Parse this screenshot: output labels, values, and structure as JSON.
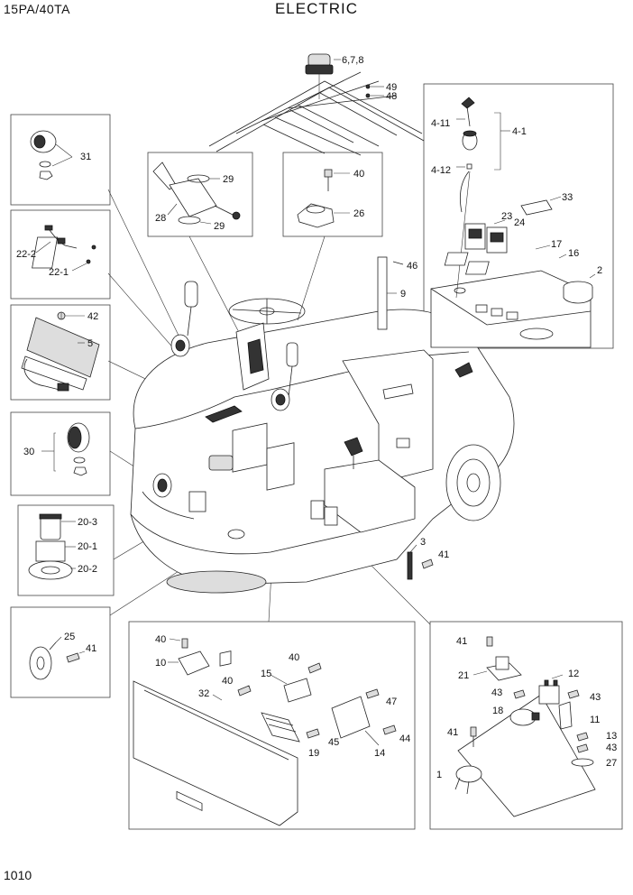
{
  "header": {
    "model": "15PA/40TA",
    "title": "ELECTRIC"
  },
  "footer": {
    "page_number": "1010"
  },
  "callouts": {
    "c678": "6,7,8",
    "c49": "49",
    "c48": "48",
    "c4_11": "4-11",
    "c4_1": "4-1",
    "c4_12": "4-12",
    "c33": "33",
    "c23": "23",
    "c24": "24",
    "c17": "17",
    "c16": "16",
    "c2": "2",
    "c31": "31",
    "c29a": "29",
    "c28": "28",
    "c29b": "29",
    "c40a": "40",
    "c26": "26",
    "c22_2": "22-2",
    "c22_1": "22-1",
    "c46": "46",
    "c9": "9",
    "c42": "42",
    "c5": "5",
    "c30": "30",
    "c20_3": "20-3",
    "c20_1": "20-1",
    "c20_2": "20-2",
    "c3": "3",
    "c41a": "41",
    "c25": "25",
    "c41b": "41",
    "c40b": "40",
    "c10": "10",
    "c40c": "40",
    "c15": "15",
    "c40d": "40",
    "c32": "32",
    "c47": "47",
    "c19": "19",
    "c45": "45",
    "c14": "14",
    "c44": "44",
    "c41c": "41",
    "c21": "21",
    "c12": "12",
    "c43a": "43",
    "c43b": "43",
    "c18": "18",
    "c11": "11",
    "c41d": "41",
    "c13": "13",
    "c43c": "43",
    "c27": "27",
    "c1": "1"
  }
}
